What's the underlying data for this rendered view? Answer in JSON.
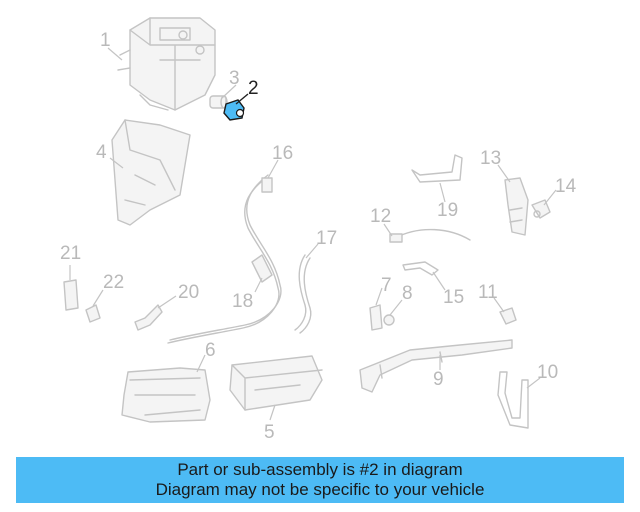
{
  "diagram": {
    "highlight_color": "#4dbbf5",
    "callouts": [
      {
        "id": "1",
        "label": "1"
      },
      {
        "id": "2",
        "label": "2",
        "highlighted": true
      },
      {
        "id": "3",
        "label": "3"
      },
      {
        "id": "4",
        "label": "4"
      },
      {
        "id": "5",
        "label": "5"
      },
      {
        "id": "6",
        "label": "6"
      },
      {
        "id": "7",
        "label": "7"
      },
      {
        "id": "8",
        "label": "8"
      },
      {
        "id": "9",
        "label": "9"
      },
      {
        "id": "10",
        "label": "10"
      },
      {
        "id": "11",
        "label": "11"
      },
      {
        "id": "12",
        "label": "12"
      },
      {
        "id": "13",
        "label": "13"
      },
      {
        "id": "14",
        "label": "14"
      },
      {
        "id": "15",
        "label": "15"
      },
      {
        "id": "16",
        "label": "16"
      },
      {
        "id": "17",
        "label": "17"
      },
      {
        "id": "18",
        "label": "18"
      },
      {
        "id": "19",
        "label": "19"
      },
      {
        "id": "20",
        "label": "20"
      },
      {
        "id": "21",
        "label": "21"
      },
      {
        "id": "22",
        "label": "22"
      }
    ]
  },
  "caption": {
    "line1": "Part or sub-assembly is #2 in diagram",
    "line2": "Diagram may not be specific to your vehicle",
    "background": "#4dbbf5"
  }
}
